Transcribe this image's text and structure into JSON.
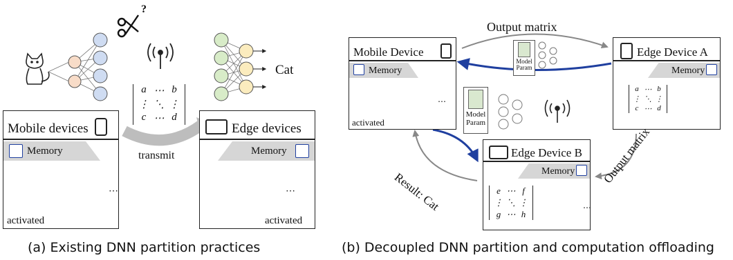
{
  "panel_a": {
    "caption": "(a) Existing DNN partition practices",
    "question_mark": "?",
    "output_label": "Cat",
    "transmit_label": "transmit",
    "matrix": {
      "row1": [
        "a",
        "⋯",
        "b"
      ],
      "row2": [
        "⋮",
        "⋱",
        "⋮"
      ],
      "row3": [
        "c",
        "⋯",
        "d"
      ]
    },
    "mobile_box": {
      "title": "Mobile devices",
      "memory": "Memory",
      "note": "activated",
      "ellipsis": "⋯"
    },
    "edge_box": {
      "title": "Edge devices",
      "memory": "Memory",
      "note": "activated",
      "ellipsis": "⋯"
    }
  },
  "panel_b": {
    "caption": "(b) Decoupled DNN partition and computation offloading",
    "top_arrow_label": "Output matrix",
    "right_arrow_label": "Output matrix",
    "left_arrow_label": "Result: Cat",
    "chip_top": {
      "line1": "Model",
      "line2": "Param"
    },
    "chip_mid": {
      "line1": "Model",
      "line2": "Param"
    },
    "mobile_device": {
      "title": "Mobile Device",
      "memory": "Memory",
      "note": "activated",
      "ellipsis": "⋯"
    },
    "edge_a": {
      "title": "Edge Device A",
      "memory": "Memory",
      "matrix": {
        "row1": [
          "a",
          "⋯",
          "b"
        ],
        "row2": [
          "⋮",
          "⋱",
          "⋮"
        ],
        "row3": [
          "c",
          "⋯",
          "d"
        ]
      }
    },
    "edge_b": {
      "title": "Edge Device B",
      "memory": "Memory",
      "ellipsis": "⋯",
      "matrix": {
        "row1": [
          "e",
          "⋯",
          "f"
        ],
        "row2": [
          "⋮",
          "⋱",
          "⋮"
        ],
        "row3": [
          "g",
          "⋯",
          "h"
        ]
      }
    }
  },
  "icons": [
    "scissors-icon",
    "cat-icon",
    "antenna-icon",
    "smartwatch-icon",
    "tablet-icon",
    "edge-server-icon",
    "memory-card-icon",
    "model-file-icon"
  ],
  "colors": {
    "orange_node": "#f8dcc8",
    "blue_node": "#cfdcf2",
    "green_node": "#d8ecc8",
    "yellow_node": "#fbecbe",
    "purple_node": "#e3d6ee",
    "arrow_blue": "#1f3f9f",
    "arrow_gray": "#9c9c9c"
  }
}
